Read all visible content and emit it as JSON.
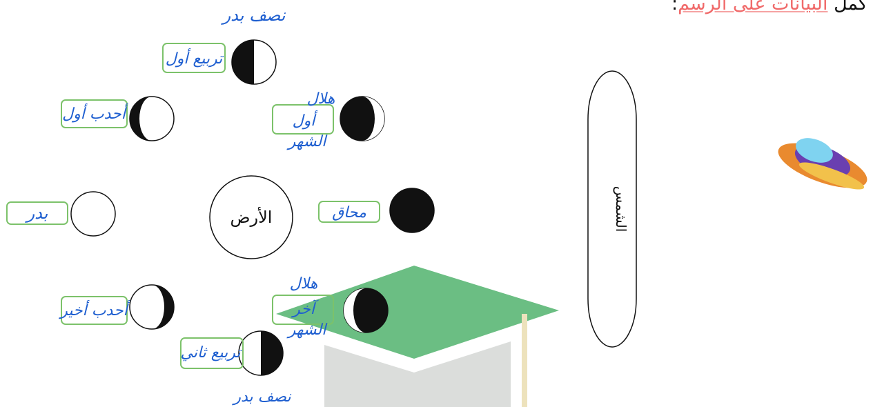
{
  "instruction": {
    "prefix": "كمل",
    "highlight": "البيانات على الرسم",
    "suffix": ":"
  },
  "labels": {
    "sun": "الشمس",
    "earth": "الأرض"
  },
  "answers": {
    "first_quarter_top": "نصف بدر",
    "first_quarter": "تربيع أول",
    "waxing_gibbous": "أحدب أول",
    "waxing_crescent_1": "هلال",
    "waxing_crescent_2": "أول",
    "waxing_crescent_3": "الشهر",
    "new_moon": "محاق",
    "full_moon": "بدر",
    "waning_gibbous": "أحدب أخير",
    "waning_crescent_1": "هلال",
    "waning_crescent_2": "آخر",
    "waning_crescent_3": "الشهر",
    "last_quarter": "تربيع ثاني",
    "last_quarter_bottom": "نصف بدر"
  },
  "colors": {
    "handwriting": "#1f5fd0",
    "answer_box": "#7cc26a",
    "highlight": "#f06a6a",
    "watermark": "#3aa95a"
  },
  "icons": [
    "ufo-icon",
    "graduation-cap-watermark"
  ]
}
